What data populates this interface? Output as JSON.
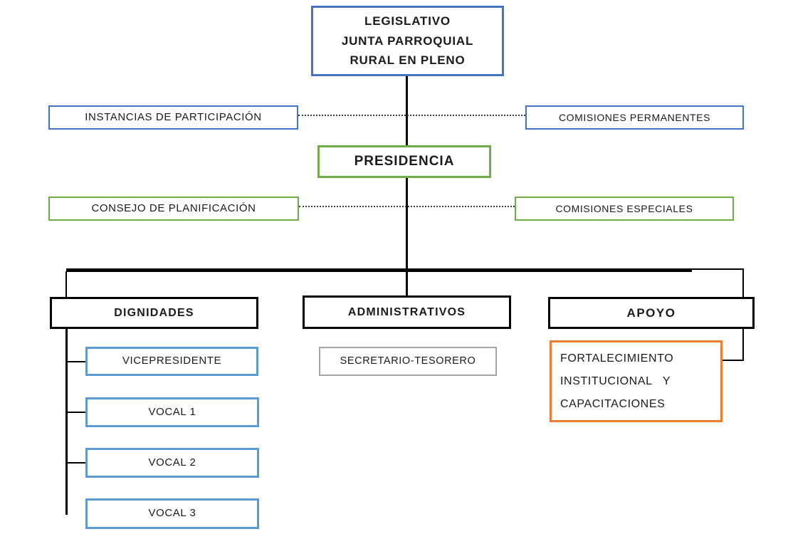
{
  "diagram": {
    "background_color": "#ffffff",
    "line_color": "#000000",
    "colors": {
      "blue": "#4472C4",
      "light_blue": "#5B9BD5",
      "green": "#70AD47",
      "black": "#000000",
      "gray": "#A6A6A6",
      "orange": "#ED7D31"
    },
    "nodes": {
      "legislativo": {
        "label": "LEGISLATIVO\nJUNTA PARROQUIAL\nRURAL EN PLENO",
        "border_color": "#4472C4",
        "bold": true
      },
      "instancias": {
        "label": "INSTANCIAS DE PARTICIPACIÓN",
        "border_color": "#4472C4",
        "bold": false
      },
      "comisiones_permanentes": {
        "label": "COMISIONES PERMANENTES",
        "border_color": "#4472C4",
        "bold": false
      },
      "presidencia": {
        "label": "PRESIDENCIA",
        "border_color": "#70AD47",
        "bold": true
      },
      "consejo": {
        "label": "CONSEJO DE PLANIFICACIÓN",
        "border_color": "#70AD47",
        "bold": false
      },
      "comisiones_especiales": {
        "label": "COMISIONES ESPECIALES",
        "border_color": "#70AD47",
        "bold": false
      },
      "dignidades": {
        "label": "DIGNIDADES",
        "border_color": "#000000",
        "bold": true
      },
      "administrativos": {
        "label": "ADMINISTRATIVOS",
        "border_color": "#000000",
        "bold": true
      },
      "apoyo": {
        "label": "APOYO",
        "border_color": "#000000",
        "bold": true
      },
      "vicepresidente": {
        "label": "VICEPRESIDENTE",
        "border_color": "#5B9BD5",
        "bold": false
      },
      "vocal1": {
        "label": "VOCAL 1",
        "border_color": "#5B9BD5",
        "bold": false
      },
      "vocal2": {
        "label": "VOCAL 2",
        "border_color": "#5B9BD5",
        "bold": false
      },
      "vocal3": {
        "label": "VOCAL 3",
        "border_color": "#5B9BD5",
        "bold": false
      },
      "secretario": {
        "label": "SECRETARIO-TESORERO",
        "border_color": "#A6A6A6",
        "bold": false
      },
      "fortalecimiento": {
        "label": "FORTALECIMIENTO\nINSTITUCIONAL   Y\nCAPACITACIONES",
        "border_color": "#ED7D31",
        "bold": false
      }
    },
    "edges": [
      {
        "from": "legislativo",
        "to": "presidencia",
        "style": "solid"
      },
      {
        "from": "instancias",
        "to": "comisiones_permanentes",
        "style": "dotted"
      },
      {
        "from": "consejo",
        "to": "comisiones_especiales",
        "style": "dotted"
      },
      {
        "from": "presidencia",
        "to": "dignidades",
        "style": "solid"
      },
      {
        "from": "presidencia",
        "to": "administrativos",
        "style": "solid"
      },
      {
        "from": "presidencia",
        "to": "apoyo",
        "style": "solid"
      },
      {
        "from": "dignidades",
        "to": "vicepresidente",
        "style": "solid"
      },
      {
        "from": "dignidades",
        "to": "vocal1",
        "style": "solid"
      },
      {
        "from": "dignidades",
        "to": "vocal2",
        "style": "solid"
      },
      {
        "from": "dignidades",
        "to": "vocal3",
        "style": "solid"
      },
      {
        "from": "apoyo",
        "to": "fortalecimiento",
        "style": "solid"
      }
    ]
  }
}
